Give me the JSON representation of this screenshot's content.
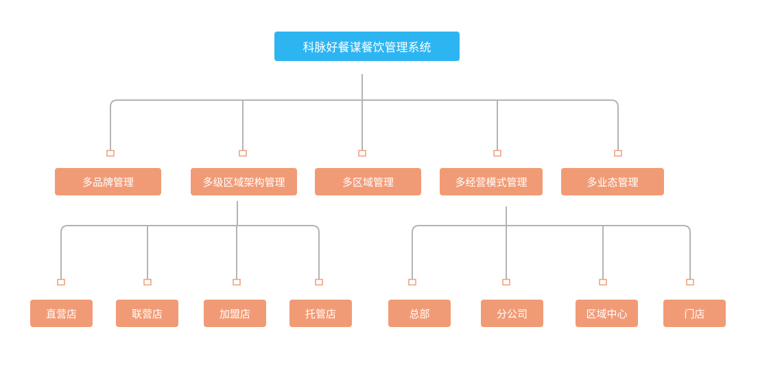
{
  "colors": {
    "root_fill": "#2db5f2",
    "node_fill": "#f19b76",
    "connector_line": "#b3b3b3",
    "connector_marker": "#f19b76",
    "text": "#ffffff"
  },
  "root": {
    "label": "科脉好餐谋餐饮管理系统"
  },
  "level1": [
    {
      "label": "多品牌管理"
    },
    {
      "label": "多级区域架构管理"
    },
    {
      "label": "多区域管理"
    },
    {
      "label": "多经营模式管理"
    },
    {
      "label": "多业态管理"
    }
  ],
  "structure_children": [
    {
      "label": "直营店"
    },
    {
      "label": "联营店"
    },
    {
      "label": "加盟店"
    },
    {
      "label": "托管店"
    }
  ],
  "mode_children": [
    {
      "label": "总部"
    },
    {
      "label": "分公司"
    },
    {
      "label": "区域中心"
    },
    {
      "label": "门店"
    }
  ]
}
